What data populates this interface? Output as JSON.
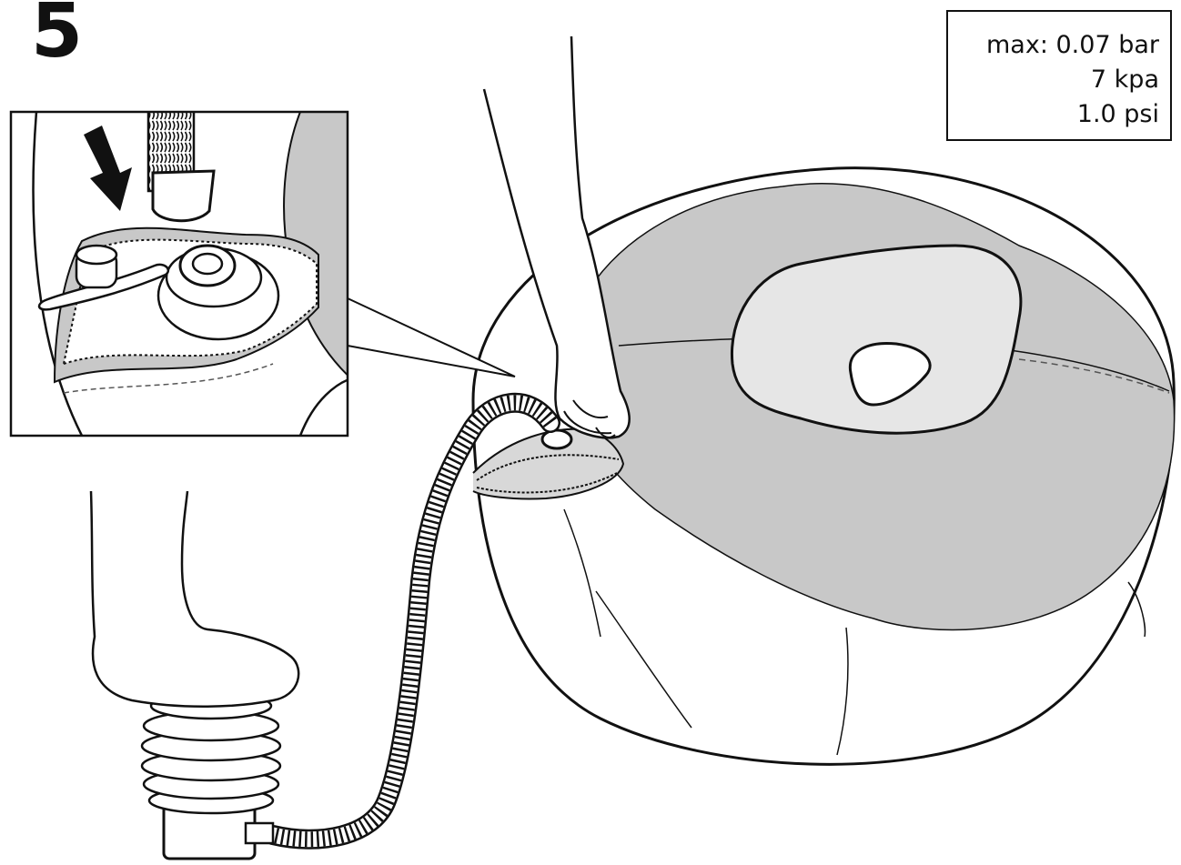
{
  "step": {
    "number": "5"
  },
  "pressure_limits": {
    "max_bar": "max: 0.07 bar",
    "kpa": "7 kpa",
    "psi": "1.0 psi"
  },
  "colors": {
    "ink": "#111111",
    "shade": "#c8c8c8",
    "light_shade": "#e6e6e6",
    "paper": "#ffffff"
  },
  "illustration": {
    "main": "foot-pump-inflating-pouffe",
    "detail": "valve-closeup-with-hose-nozzle",
    "arrow_direction": "down"
  }
}
